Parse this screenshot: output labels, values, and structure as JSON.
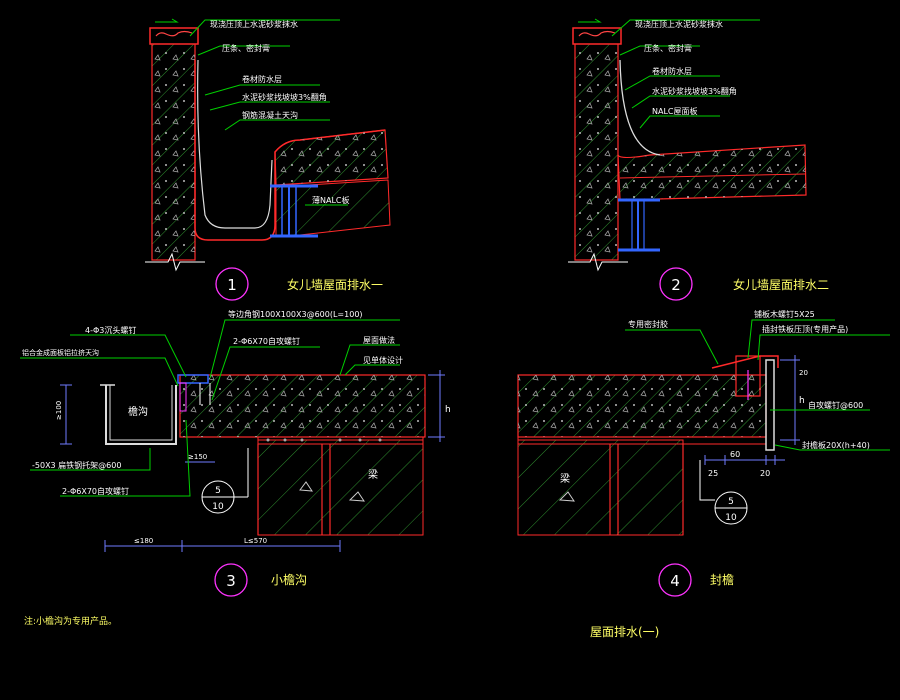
{
  "colors": {
    "background": "#000000",
    "concrete_outline": "#ff2a2a",
    "hatch": "#2f8f2f",
    "leader": "#00d000",
    "dimension": "#3b3bff",
    "steel": "#3366ff",
    "detail_marker": "#ff33ff",
    "text": "#ffffff"
  },
  "detail1": {
    "labels": [
      "现浇压顶上水泥砂浆抹水",
      "压条、密封膏",
      "卷材防水层",
      "水泥砂浆找坡坡3%翻角",
      "钢筋混凝土天沟",
      "薄NALC板"
    ],
    "marker": "1",
    "title": "女儿墙屋面排水一"
  },
  "detail2": {
    "labels": [
      "现浇压顶上水泥砂浆抹水",
      "压条、密封膏",
      "卷材防水层",
      "水泥砂浆找坡坡3%翻角",
      "NALC屋面板"
    ],
    "marker": "2",
    "title": "女儿墙屋面排水二"
  },
  "detail3": {
    "labels": [
      "4-Φ3沉头螺钉",
      "等边角钢100X100X3@600(L=100)",
      "2-Φ6X70自攻螺钉",
      "屋面做法",
      "见单体设计",
      "铝合金成面板铝拉挤天沟"
    ],
    "labels2": [
      "-50X3 扁铁钢托架@600",
      "2-Φ6X70自攻螺钉"
    ],
    "gutter_label": "檐沟",
    "slab_label": "梁",
    "dim_height": "≥100",
    "dim_150": "≥150",
    "dim_bottom_left": "≤180",
    "dim_bottom_right": "L≤570",
    "dim_h": "h",
    "ref_top": "5",
    "ref_bottom": "10",
    "marker": "3",
    "title": "小檐沟"
  },
  "detail4": {
    "labels": [
      "专用密封胶",
      "铺板木螺钉5X25",
      "插封铁板压顶(专用产品)",
      "自攻螺钉@600",
      "封檐板20X(h+40)"
    ],
    "slab_label": "梁",
    "dim_h": "h",
    "dim_20a": "20",
    "dim_60": "60",
    "dim_25": "25",
    "dim_20b": "20",
    "ref_top": "5",
    "ref_bottom": "10",
    "marker": "4",
    "title": "封檐"
  },
  "note": "注:小檐沟为专用产品。",
  "sheet_title": "屋面排水(一)"
}
